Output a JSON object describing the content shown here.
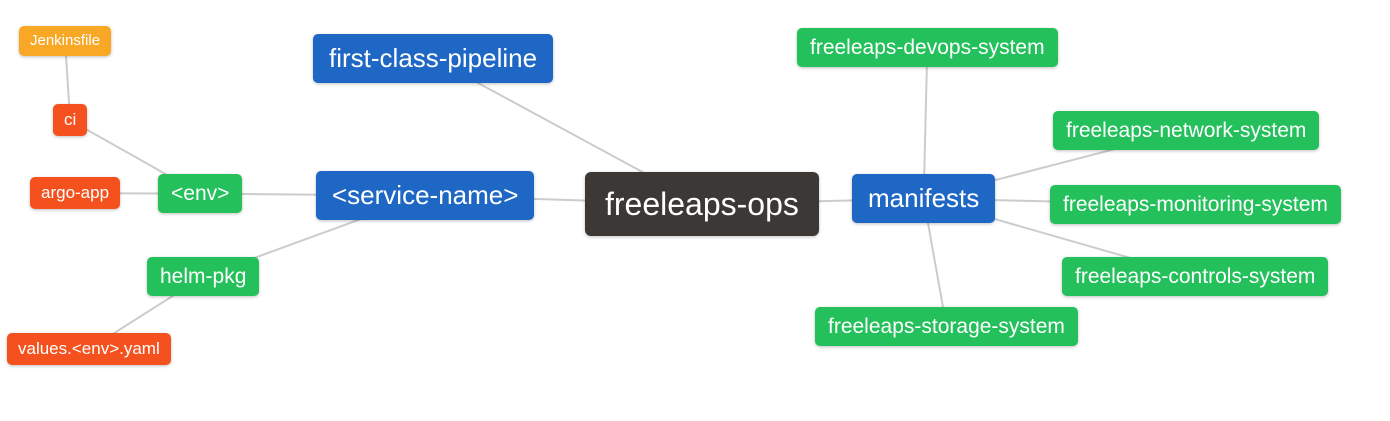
{
  "diagram_title": "freeleaps-ops mind map",
  "palette": {
    "root_node": "#3b3836",
    "level1_node": "#1f67c4",
    "level2_node": "#23c05c",
    "level3_node": "#f4511e",
    "level4_node": "#f9a825",
    "edge_line": "#cccccc",
    "node_text": "#ffffff",
    "background": "#ffffff"
  },
  "nodes": {
    "freeleaps_ops": {
      "label": "freeleaps-ops",
      "level": 0
    },
    "first_class_pipeline": {
      "label": "first-class-pipeline",
      "level": 1
    },
    "service_name": {
      "label": "<service-name>",
      "level": 1
    },
    "manifests": {
      "label": "manifests",
      "level": 1
    },
    "env": {
      "label": "<env>",
      "level": 2
    },
    "helm_pkg": {
      "label": "helm-pkg",
      "level": 2
    },
    "devops_system": {
      "label": "freeleaps-devops-system",
      "level": 2
    },
    "network_system": {
      "label": "freeleaps-network-system",
      "level": 2
    },
    "monitoring_system": {
      "label": "freeleaps-monitoring-system",
      "level": 2
    },
    "controls_system": {
      "label": "freeleaps-controls-system",
      "level": 2
    },
    "storage_system": {
      "label": "freeleaps-storage-system",
      "level": 2
    },
    "ci": {
      "label": "ci",
      "level": 3
    },
    "argo_app": {
      "label": "argo-app",
      "level": 3
    },
    "values_env_yaml": {
      "label": "values.<env>.yaml",
      "level": 3
    },
    "jenkinsfile": {
      "label": "Jenkinsfile",
      "level": 4
    }
  },
  "edges": [
    [
      "jenkinsfile",
      "ci"
    ],
    [
      "ci",
      "env"
    ],
    [
      "argo_app",
      "env"
    ],
    [
      "env",
      "service_name"
    ],
    [
      "helm_pkg",
      "service_name"
    ],
    [
      "values_env_yaml",
      "helm_pkg"
    ],
    [
      "first_class_pipeline",
      "freeleaps_ops"
    ],
    [
      "service_name",
      "freeleaps_ops"
    ],
    [
      "freeleaps_ops",
      "manifests"
    ],
    [
      "manifests",
      "devops_system"
    ],
    [
      "manifests",
      "network_system"
    ],
    [
      "manifests",
      "monitoring_system"
    ],
    [
      "manifests",
      "controls_system"
    ],
    [
      "manifests",
      "storage_system"
    ]
  ]
}
